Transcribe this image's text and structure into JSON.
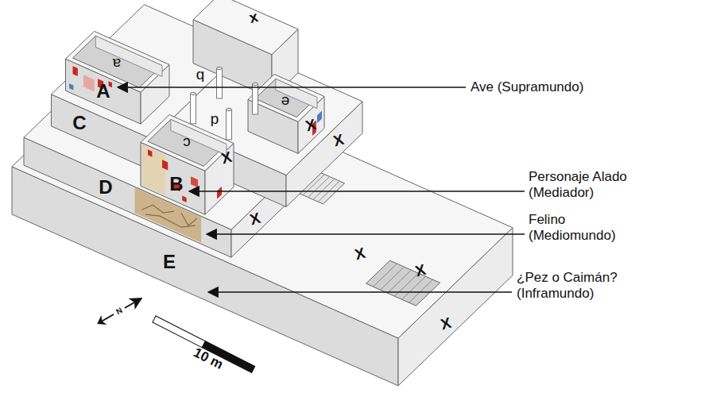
{
  "diagram": {
    "labels": [
      "A",
      "B",
      "C",
      "D",
      "E",
      "a",
      "b",
      "c",
      "d",
      "e",
      "x",
      "X",
      "X",
      "X",
      "X",
      "X",
      "X",
      "X",
      "Ave (Supramundo)",
      "Personaje Alado (Mediador)",
      "Felino (Mediomundo)",
      "¿Pez o Caimán? (Inframundo)",
      "N",
      "10 m"
    ]
  }
}
